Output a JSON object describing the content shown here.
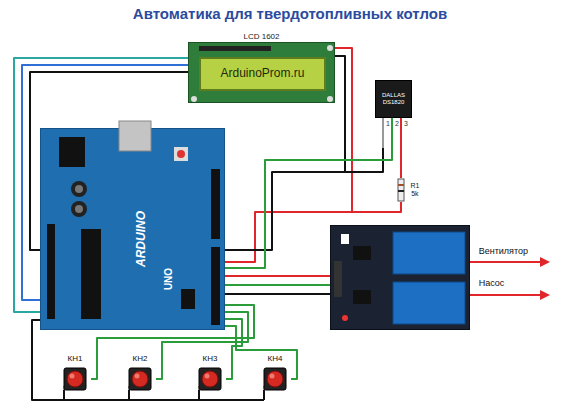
{
  "diagram": {
    "title": "Автоматика для твердотопливных котлов",
    "nodes": [
      {
        "text": [
          "LCD 1602"
        ]
      },
      {
        "text": [
          "ArduinoProm.ru"
        ],
        "in": 0
      },
      {
        "text": [
          "DALLAS DS1820"
        ]
      },
      {
        "text": [
          "ARDUINO",
          "UNO"
        ]
      },
      {
        "text": [
          "R1 5k"
        ]
      },
      {
        "text": [
          "Вентилятор",
          "Насос"
        ]
      },
      {
        "text": [
          "КН1"
        ]
      },
      {
        "text": [
          "КН2"
        ]
      },
      {
        "text": [
          "КН3"
        ]
      },
      {
        "text": [
          "КН4"
        ]
      }
    ],
    "edges": [
      {
        "from": 3,
        "to": 0,
        "arrow": "none"
      },
      {
        "from": 3,
        "to": 2,
        "arrow": "none"
      },
      {
        "from": 2,
        "to": 4,
        "arrow": "none"
      },
      {
        "from": 3,
        "to": 5,
        "arrow": "none"
      },
      {
        "from": 3,
        "to": 6,
        "arrow": "none"
      },
      {
        "from": 3,
        "to": 7,
        "arrow": "none"
      },
      {
        "from": 3,
        "to": 8,
        "arrow": "none"
      },
      {
        "from": 3,
        "to": 9,
        "arrow": "none"
      }
    ],
    "labels": [
      "1",
      "2",
      "3"
    ]
  }
}
